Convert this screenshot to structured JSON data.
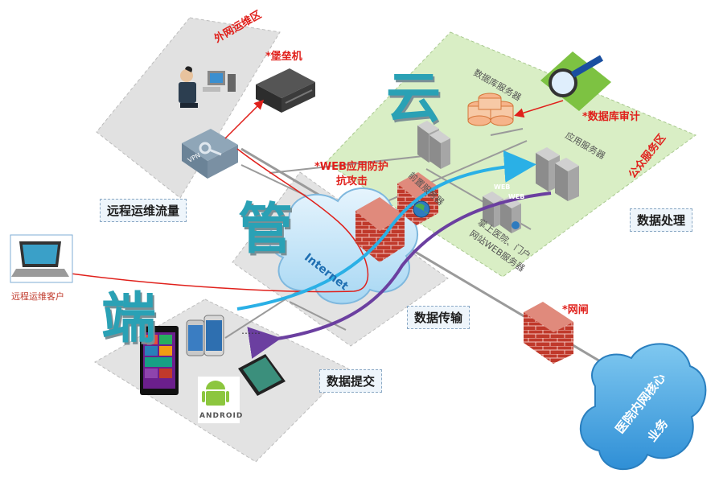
{
  "zones": {
    "external_ops": "外网运维区",
    "public_service": "公众服务区"
  },
  "labels": {
    "bastion": "*堡垒机",
    "vpn": "VPN",
    "waf_line1": "*WEB应用防护",
    "waf_line2": "抗攻击",
    "db_server": "数据库服务器",
    "db_audit": "*数据库审计",
    "app_server": "应用服务器",
    "front_server": "前置服务器",
    "web_badge": "WEB",
    "portal_line1": "掌上医院、门户",
    "portal_line2": "网站WEB服务器",
    "gap": "*网闸",
    "remote_client": "远程运维客户",
    "internet": "Internet",
    "core_line1": "医院内网核心",
    "core_line2": "业务",
    "android": "ANDROID",
    "ellipsis": "……"
  },
  "big_chars": {
    "cloud": "云",
    "pipe": "管",
    "end": "端"
  },
  "callouts": {
    "remote_flow": "远程运维流量",
    "data_processing": "数据处理",
    "data_transfer": "数据传输",
    "data_submit": "数据提交"
  },
  "colors": {
    "cloud_zone": "#d9eec5",
    "platform": "#e3e3e3",
    "firewall": "#c0392b",
    "blue_flow": "#2ab0e6",
    "purple_flow": "#6b3fa0",
    "red_line": "#e0201b",
    "big_char": "#2aa1b5"
  }
}
